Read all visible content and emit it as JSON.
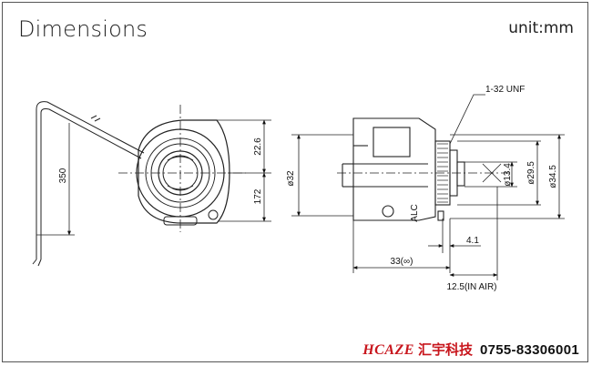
{
  "header": {
    "title": "Dimensions",
    "unit": "unit:mm"
  },
  "dimensions": {
    "cable_length": "350",
    "front_upper": "22.6",
    "front_lower": "172",
    "body_diameter": "ø32",
    "thread": "1-32 UNF",
    "inner_diameter": "ø13.4",
    "mid_diameter": "ø29.5",
    "outer_diameter": "ø34.5",
    "flange_offset": "4.1",
    "length": "33(∞)",
    "back_focus": "12.5(IN AIR)"
  },
  "labels": {
    "alc": "ALC"
  },
  "footer": {
    "brand": "HCAZE",
    "company_cn": "汇宇科技",
    "phone": "0755-83306001"
  }
}
